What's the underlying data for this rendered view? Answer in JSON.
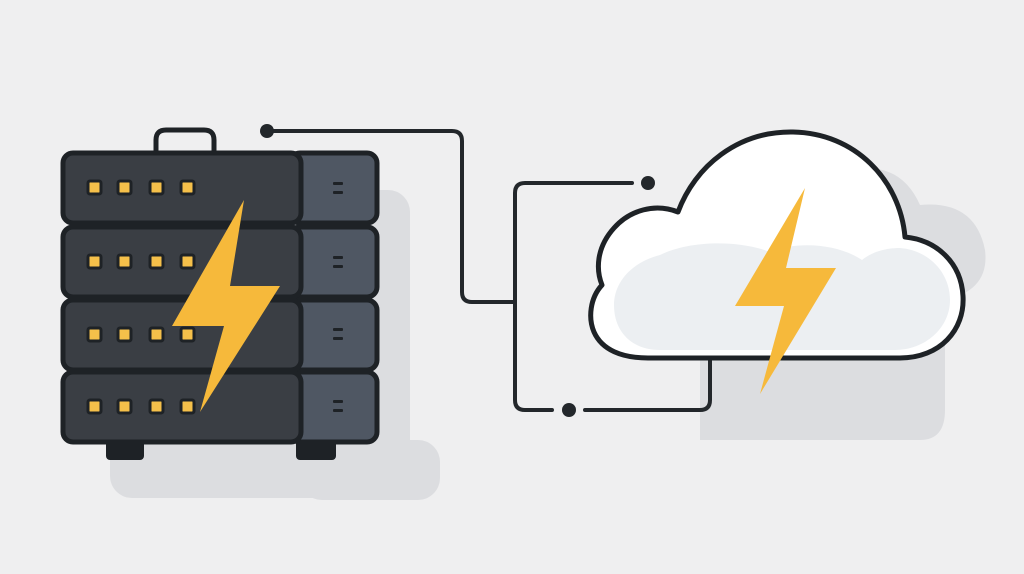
{
  "illustration": {
    "server": {
      "units": 4,
      "indicator_lights_per_unit": 4,
      "icon": "lightning-bolt-icon"
    },
    "cloud": {
      "icon": "lightning-bolt-icon"
    },
    "connection": {
      "icon": "network-cable"
    }
  },
  "colors": {
    "background": "#efeff0",
    "server_body": "#3a3e44",
    "server_side": "#4f5763",
    "outline": "#1e2226",
    "indicator": "#f5c04a",
    "bolt": "#f6b93b",
    "cloud_fill": "#ffffff",
    "cloud_inner": "#eceff2",
    "shadow": "#dcdde0",
    "cable": "#23272b"
  }
}
